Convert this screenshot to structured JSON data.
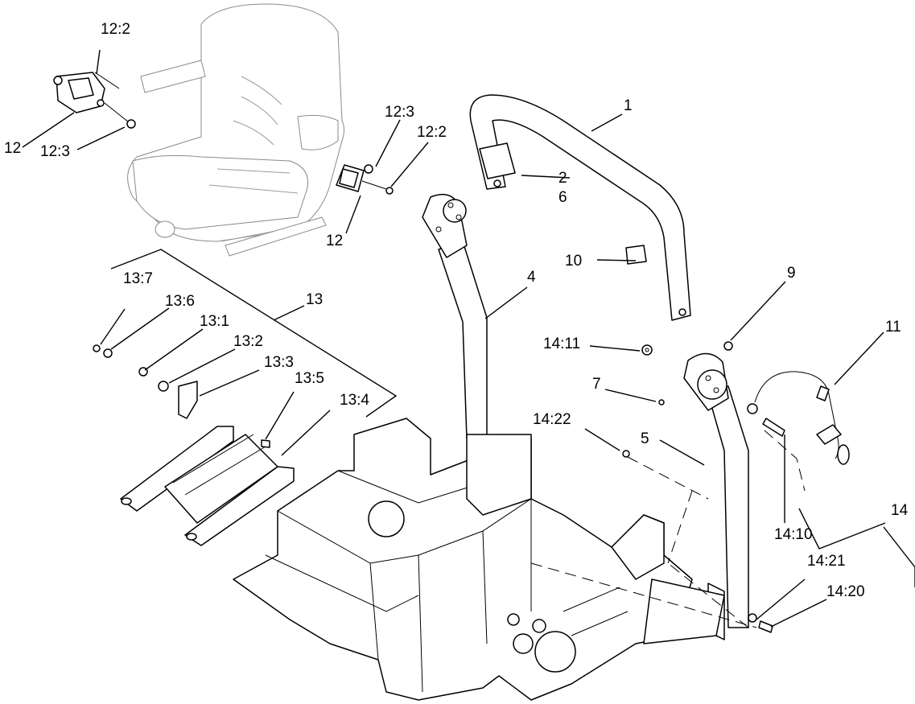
{
  "callouts": [
    {
      "id": "c1",
      "text": "1"
    },
    {
      "id": "c2",
      "text": "2"
    },
    {
      "id": "c4",
      "text": "4"
    },
    {
      "id": "c5",
      "text": "5"
    },
    {
      "id": "c6",
      "text": "6"
    },
    {
      "id": "c7",
      "text": "7"
    },
    {
      "id": "c9",
      "text": "9"
    },
    {
      "id": "c10",
      "text": "10"
    },
    {
      "id": "c11",
      "text": "11"
    },
    {
      "id": "c12a",
      "text": "12"
    },
    {
      "id": "c12b",
      "text": "12"
    },
    {
      "id": "c12-2a",
      "text": "12:2"
    },
    {
      "id": "c12-2b",
      "text": "12:2"
    },
    {
      "id": "c12-3a",
      "text": "12:3"
    },
    {
      "id": "c12-3b",
      "text": "12:3"
    },
    {
      "id": "c13",
      "text": "13"
    },
    {
      "id": "c13-1",
      "text": "13:1"
    },
    {
      "id": "c13-2",
      "text": "13:2"
    },
    {
      "id": "c13-3",
      "text": "13:3"
    },
    {
      "id": "c13-4",
      "text": "13:4"
    },
    {
      "id": "c13-5",
      "text": "13:5"
    },
    {
      "id": "c13-6",
      "text": "13:6"
    },
    {
      "id": "c13-7",
      "text": "13:7"
    },
    {
      "id": "c14",
      "text": "14"
    },
    {
      "id": "c14-10",
      "text": "14:10"
    },
    {
      "id": "c14-11",
      "text": "14:11"
    },
    {
      "id": "c14-20",
      "text": "14:20"
    },
    {
      "id": "c14-21",
      "text": "14:21"
    },
    {
      "id": "c14-22",
      "text": "14:22"
    }
  ]
}
